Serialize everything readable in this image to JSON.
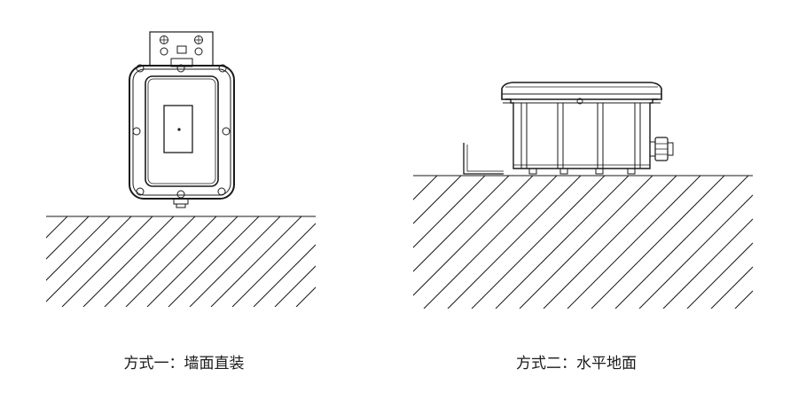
{
  "figures": [
    {
      "id": "wall-mount",
      "caption": "方式一：墙面直装"
    },
    {
      "id": "floor-mount",
      "caption": "方式二：水平地面"
    }
  ],
  "colors": {
    "line": "#1a1a1a",
    "background": "#ffffff"
  }
}
